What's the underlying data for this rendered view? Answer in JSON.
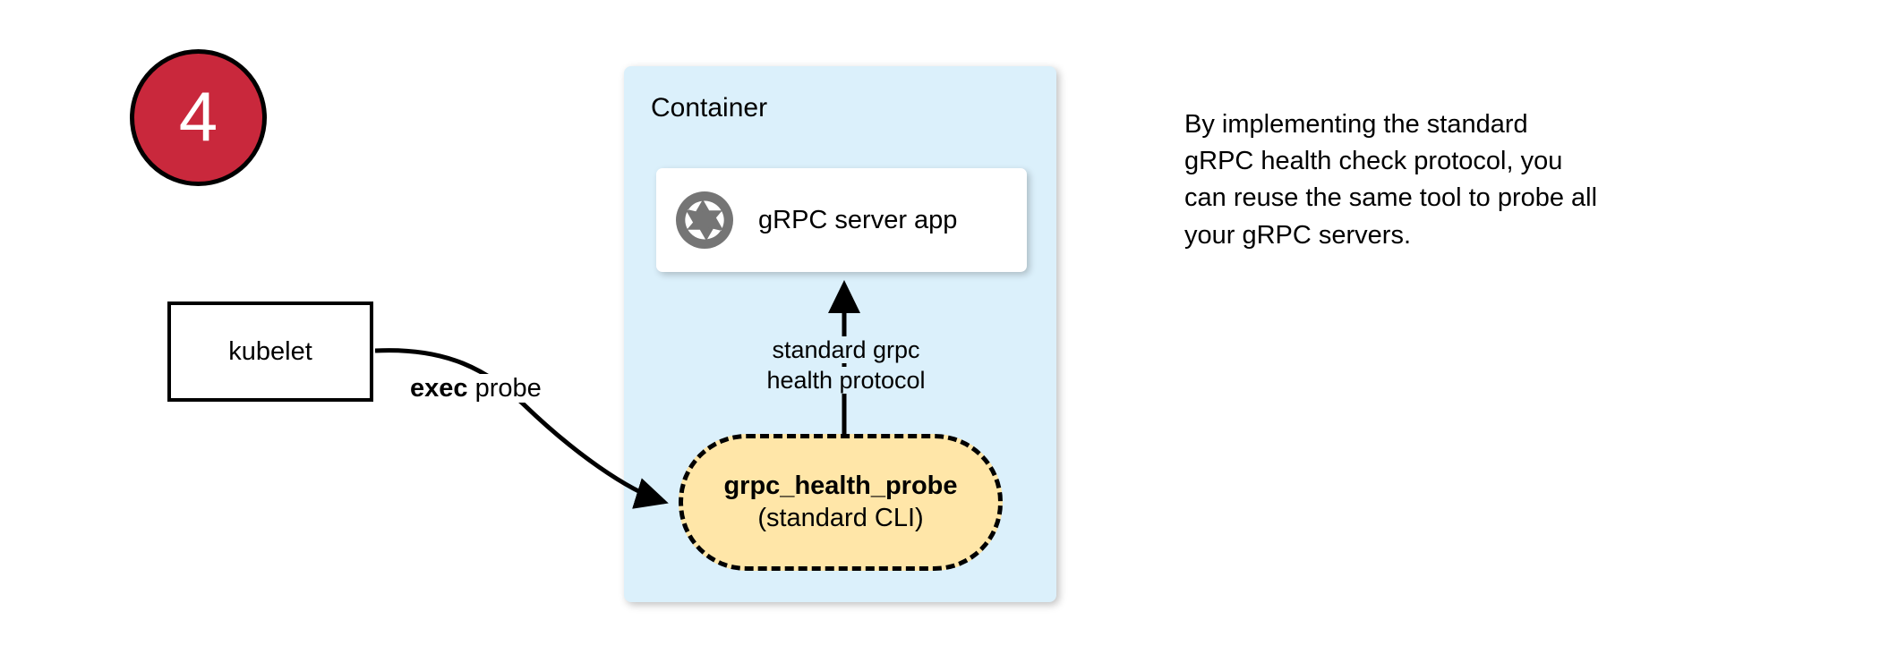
{
  "step": {
    "number": "4"
  },
  "nodes": {
    "kubelet": {
      "label": "kubelet"
    },
    "container": {
      "title": "Container",
      "fill_color": "#DBF0FB"
    },
    "server_app": {
      "label": "gRPC server app",
      "icon": "aperture-icon",
      "icon_color": "#757575"
    },
    "health_probe": {
      "title": "grpc_health_probe",
      "subtitle": "(standard CLI)",
      "fill_color": "#FFE6A8",
      "border_style": "dashed"
    }
  },
  "edges": {
    "exec_probe": {
      "label_bold": "exec",
      "label_rest": " probe"
    },
    "protocol": {
      "line1": "standard grpc",
      "line2": "health protocol"
    }
  },
  "caption": {
    "line1": "By implementing the standard",
    "line2": "gRPC health check protocol, you",
    "line3": "can reuse the same tool to probe all",
    "line4": "your gRPC servers."
  },
  "colors": {
    "badge_red": "#C9283C",
    "container_blue": "#DBF0FB",
    "probe_yellow": "#FFE6A8",
    "icon_gray": "#757575",
    "stroke_black": "#000000"
  }
}
